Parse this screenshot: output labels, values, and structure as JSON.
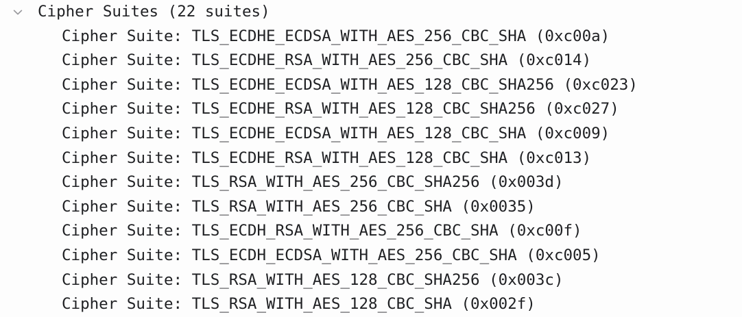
{
  "panel": {
    "name": "packet-detail-tree",
    "background": "#fdfdfd",
    "text_color": "#1f2023",
    "chevron_color": "#9a9a9e"
  },
  "group": {
    "expanded": true,
    "chevron_icon": "chevron-down-icon",
    "label": "Cipher Suites (22 suites)",
    "suite_count": "22"
  },
  "rows": [
    {
      "label": "Cipher Suite: TLS_ECDHE_ECDSA_WITH_AES_256_CBC_SHA (0xc00a)"
    },
    {
      "label": "Cipher Suite: TLS_ECDHE_RSA_WITH_AES_256_CBC_SHA (0xc014)"
    },
    {
      "label": "Cipher Suite: TLS_ECDHE_ECDSA_WITH_AES_128_CBC_SHA256 (0xc023)"
    },
    {
      "label": "Cipher Suite: TLS_ECDHE_RSA_WITH_AES_128_CBC_SHA256 (0xc027)"
    },
    {
      "label": "Cipher Suite: TLS_ECDHE_ECDSA_WITH_AES_128_CBC_SHA (0xc009)"
    },
    {
      "label": "Cipher Suite: TLS_ECDHE_RSA_WITH_AES_128_CBC_SHA (0xc013)"
    },
    {
      "label": "Cipher Suite: TLS_RSA_WITH_AES_256_CBC_SHA256 (0x003d)"
    },
    {
      "label": "Cipher Suite: TLS_RSA_WITH_AES_256_CBC_SHA (0x0035)"
    },
    {
      "label": "Cipher Suite: TLS_ECDH_RSA_WITH_AES_256_CBC_SHA (0xc00f)"
    },
    {
      "label": "Cipher Suite: TLS_ECDH_ECDSA_WITH_AES_256_CBC_SHA (0xc005)"
    },
    {
      "label": "Cipher Suite: TLS_RSA_WITH_AES_128_CBC_SHA256 (0x003c)"
    },
    {
      "label": "Cipher Suite: TLS_RSA_WITH_AES_128_CBC_SHA (0x002f)"
    }
  ]
}
